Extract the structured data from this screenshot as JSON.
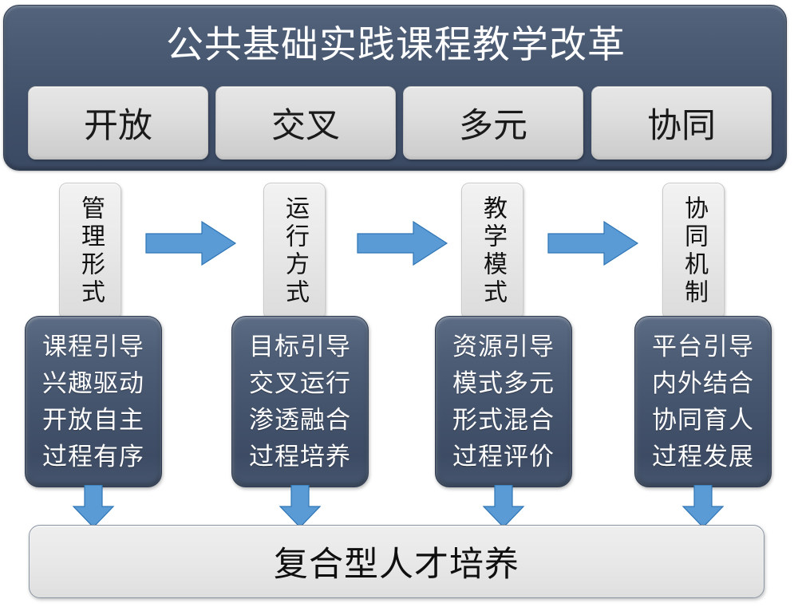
{
  "diagram": {
    "title": "公共基础实践课程教学改革",
    "pillars": [
      {
        "label": "开放"
      },
      {
        "label": "交叉"
      },
      {
        "label": "多元"
      },
      {
        "label": "协同"
      }
    ],
    "stages": [
      {
        "label": "管理形式"
      },
      {
        "label": "运行方式"
      },
      {
        "label": "教学模式"
      },
      {
        "label": "协同机制"
      }
    ],
    "details": [
      {
        "lines": [
          "课程引导",
          "兴趣驱动",
          "开放自主",
          "过程有序"
        ]
      },
      {
        "lines": [
          "目标引导",
          "交叉运行",
          "渗透融合",
          "过程培养"
        ]
      },
      {
        "lines": [
          "资源引导",
          "模式多元",
          "形式混合",
          "过程评价"
        ]
      },
      {
        "lines": [
          "平台引导",
          "内外结合",
          "协同育人",
          "过程发展"
        ]
      }
    ],
    "outcome": "复合型人才培养",
    "icons": {
      "flow_arrow_right": "arrow-right-icon",
      "flow_arrow_down": "arrow-down-icon"
    },
    "colors": {
      "panel_dark_blue": "#46556e",
      "panel_dark_blue_edge": "#2f3c51",
      "chip_gray": "#dedede",
      "arrow_blue": "#5b9bd5",
      "arrow_blue_edge": "#2e75b6",
      "detail_text": "#ffffff",
      "outcome_bg": "#e9e9e9"
    }
  }
}
